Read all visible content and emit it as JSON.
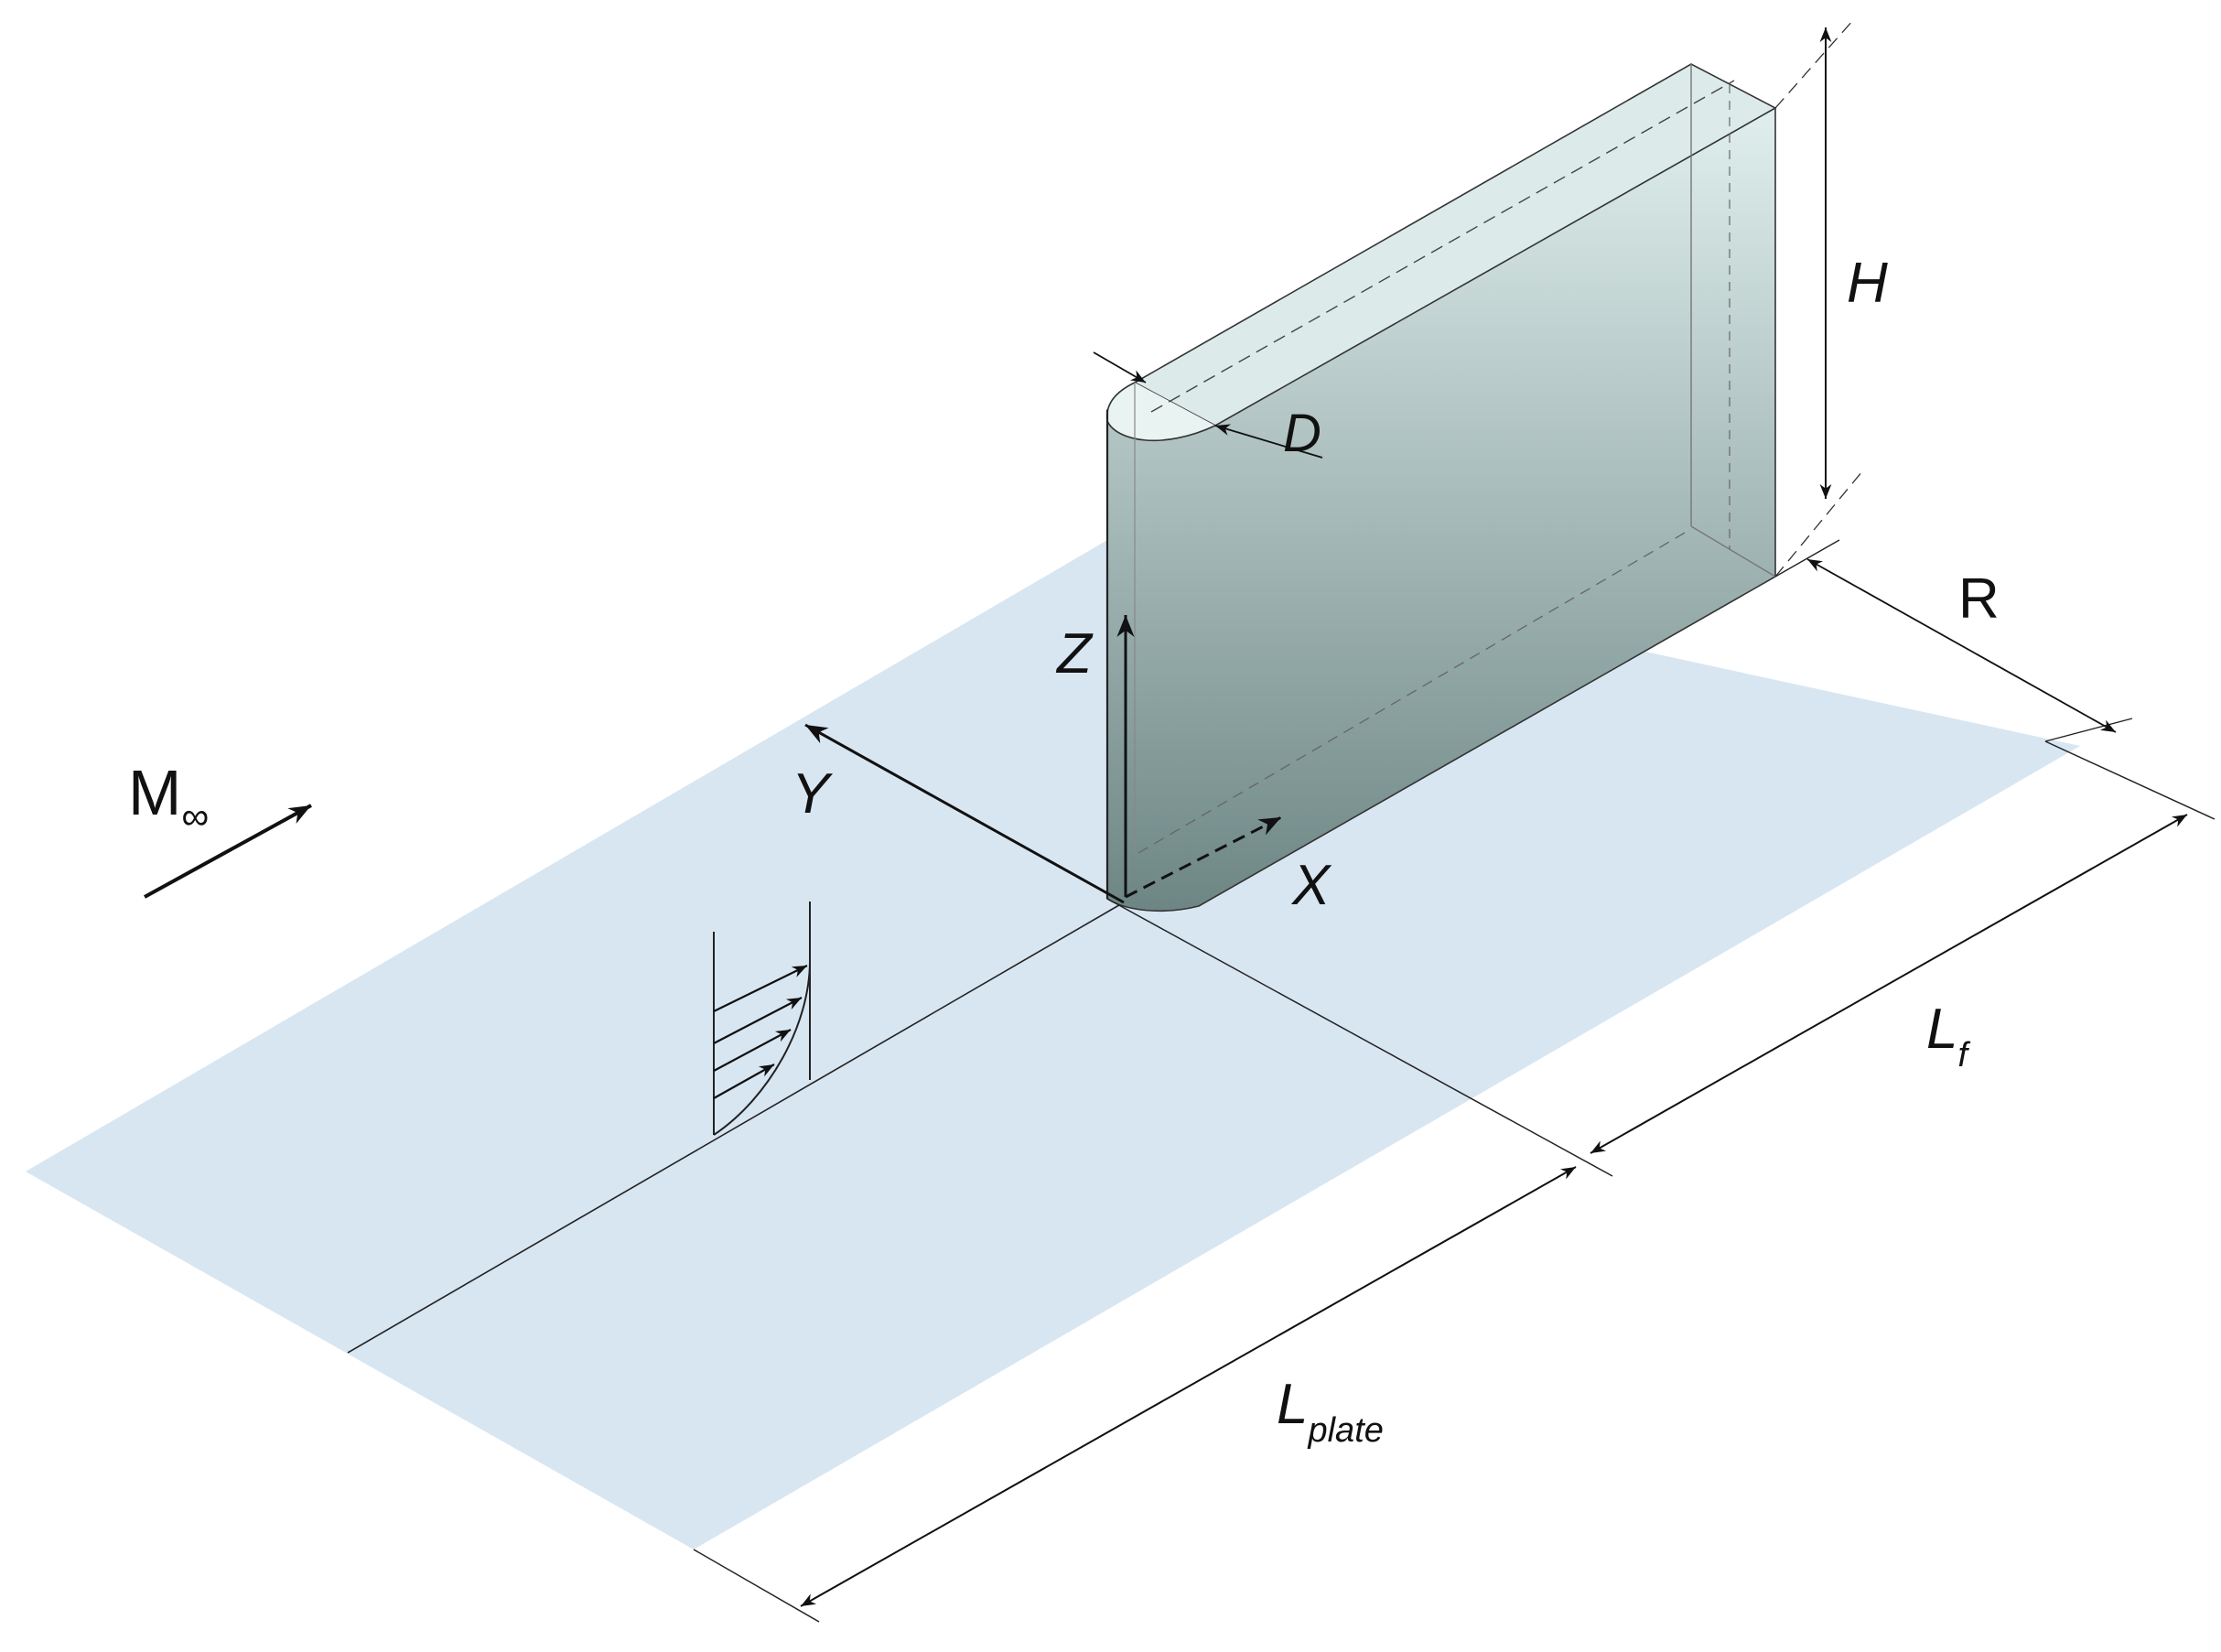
{
  "colors": {
    "plate_fill": "#d8e6f2",
    "fin_top": "#e0efee",
    "fin_bottom": "#6d8684",
    "line": "#111111"
  },
  "labels": {
    "mach": "M",
    "mach_sub": "∞",
    "axis_x": "X",
    "axis_y": "Y",
    "axis_z": "Z",
    "dim_d": "D",
    "dim_h": "H",
    "dim_r": "R",
    "dim_lf": "L",
    "dim_lf_sub": "f",
    "dim_lplate": "L",
    "dim_lplate_sub": "plate"
  }
}
